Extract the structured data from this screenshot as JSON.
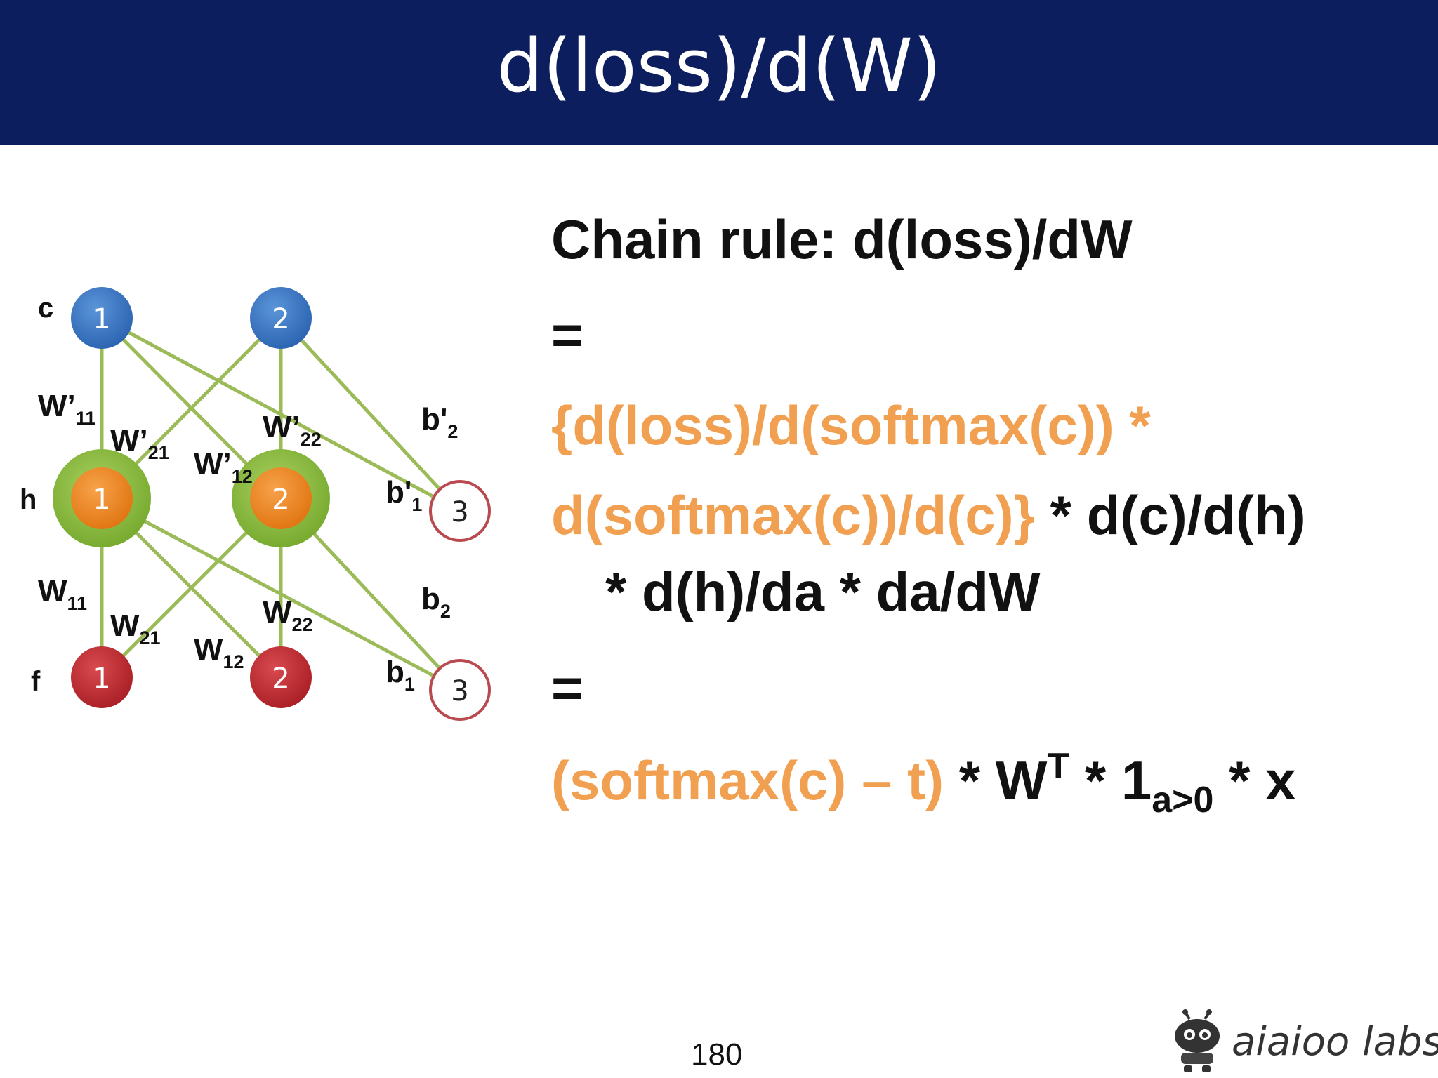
{
  "title": "d(loss)/d(W)",
  "diagram": {
    "layer_labels": {
      "output": "c",
      "hidden": "h",
      "input": "f"
    },
    "nodes": {
      "c1": "1",
      "c2": "2",
      "h1": "1",
      "h2": "2",
      "f1": "1",
      "f2": "2",
      "bias_top": "3",
      "bias_bottom": "3"
    },
    "weight_labels": {
      "wp11": {
        "base": "W’",
        "sub": "11"
      },
      "wp21": {
        "base": "W’",
        "sub": "21"
      },
      "wp12": {
        "base": "W’",
        "sub": "12"
      },
      "wp22": {
        "base": "W’",
        "sub": "22"
      },
      "bp2": {
        "base": "b'",
        "sub": "2"
      },
      "bp1": {
        "base": "b'",
        "sub": "1"
      },
      "w11": {
        "base": "W",
        "sub": "11"
      },
      "w21": {
        "base": "W",
        "sub": "21"
      },
      "w12": {
        "base": "W",
        "sub": "12"
      },
      "w22": {
        "base": "W",
        "sub": "22"
      },
      "b2": {
        "base": "b",
        "sub": "2"
      },
      "b1": {
        "base": "b",
        "sub": "1"
      }
    },
    "colors": {
      "output_node": "#3a78c2",
      "hidden_node": "#ef8a1f",
      "hidden_halo": "#8cbf3f",
      "input_node": "#c0272d",
      "bias_border": "#b84a50",
      "edge": "#9bbb59"
    }
  },
  "equation": {
    "line1": "Chain rule:   d(loss)/dW",
    "eq1": "=",
    "line3": "{d(loss)/d(softmax(c)) *",
    "line4_orange": "d(softmax(c))/d(c)}",
    "line4_black": " * d(c)/d(h)",
    "line5": "* d(h)/da * da/dW",
    "eq2": "=",
    "line7_orange": "(softmax(c) – t)",
    "line7_a": " * W",
    "line7_sup": "T",
    "line7_b": " * 1",
    "line7_sub": "a>0",
    "line7_c": " * x",
    "colors": {
      "highlight": "#f0a050",
      "text": "#111111"
    }
  },
  "page_number": "180",
  "logo": {
    "text": "aiaioo labs"
  }
}
